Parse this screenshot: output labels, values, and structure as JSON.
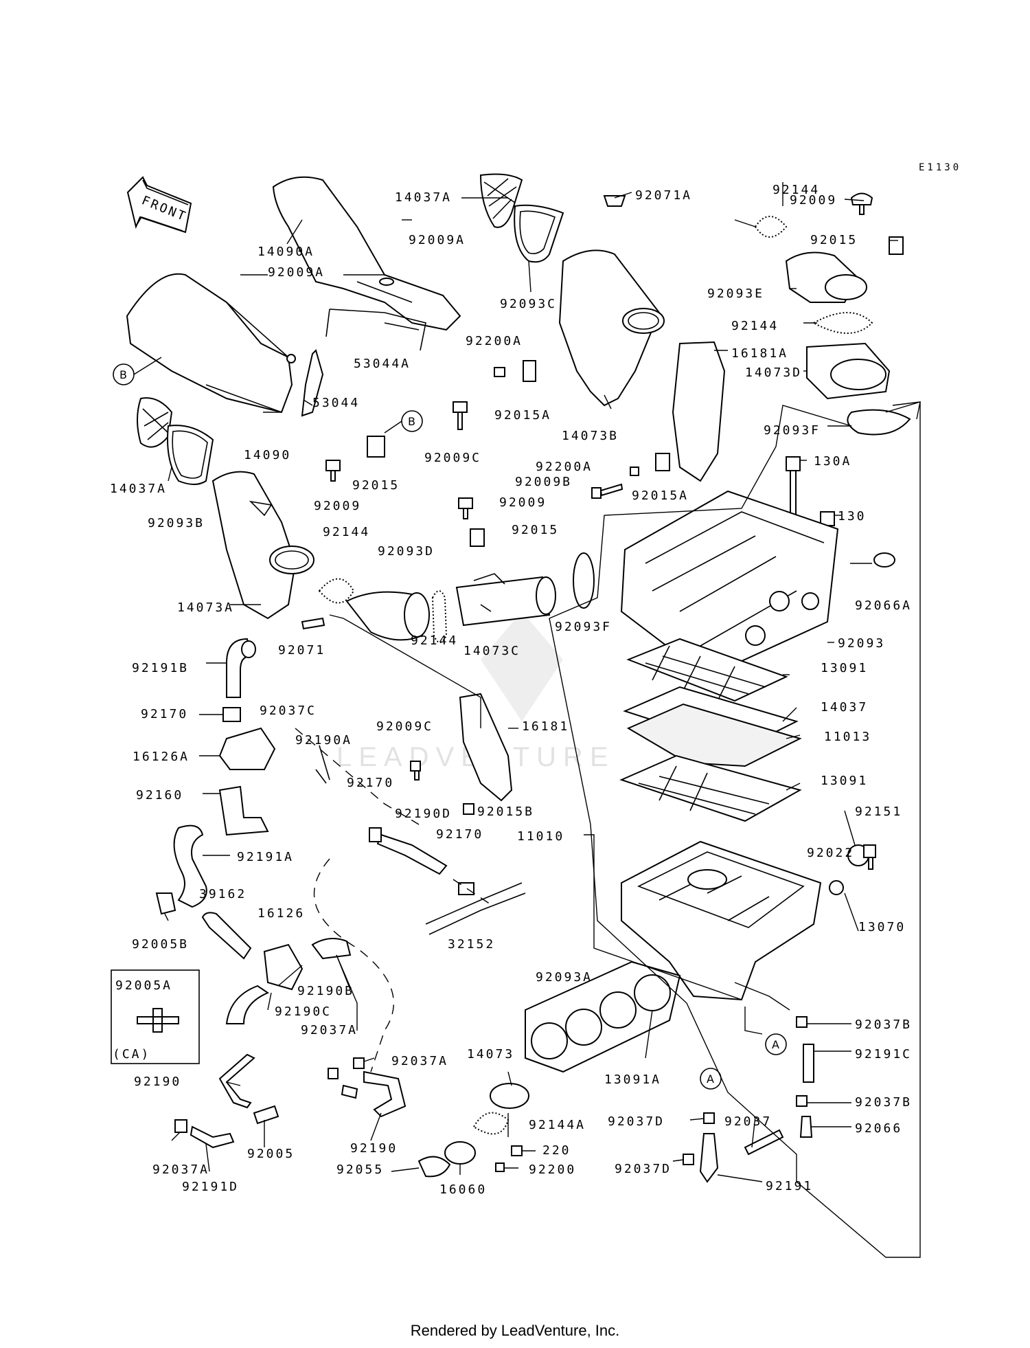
{
  "diagram": {
    "code": "E1130",
    "front_label": "FRONT",
    "labels": {
      "l14037A_top": "14037A",
      "l92071A": "92071A",
      "l92144_tr": "92144",
      "l92009_tr": "92009",
      "l92015_tr": "92015",
      "l14090A": "14090A",
      "l92009A_1": "92009A",
      "l92009A_2": "92009A",
      "l92093C": "92093C",
      "l92093E": "92093E",
      "l92144_r2": "92144",
      "l53044A": "53044A",
      "l92200A_1": "92200A",
      "l16181A": "16181A",
      "l14073D": "14073D",
      "l53044": "53044",
      "l92015A_1": "92015A",
      "l14090": "14090",
      "l14073B": "14073B",
      "l92093F_1": "92093F",
      "l92009C_1": "92009C",
      "l14037A_l": "14037A",
      "l92200A_2": "92200A",
      "l130A": "130A",
      "l92009B": "92009B",
      "l92093B": "92093B",
      "l92009_l": "92009",
      "l92015_l": "92015",
      "l92015A_2": "92015A",
      "l92009_m": "92009",
      "l130": "130",
      "l92015_m": "92015",
      "l92144_m": "92144",
      "l92093D": "92093D",
      "l14073A": "14073A",
      "l92093F_2": "92093F",
      "l92066A": "92066A",
      "l92093": "92093",
      "l92144_m2": "92144",
      "l14073C": "14073C",
      "l92071": "92071",
      "l13091_1": "13091",
      "l92191B": "92191B",
      "l14037": "14037",
      "l92170_1": "92170",
      "l92037C": "92037C",
      "l92009C_2": "92009C",
      "l16181": "16181",
      "l11013": "11013",
      "l92190A": "92190A",
      "l16126A": "16126A",
      "l13091_2": "13091",
      "l92170_2": "92170",
      "l92160": "92160",
      "l92190D": "92190D",
      "l92015B": "92015B",
      "l92151": "92151",
      "l92170_3": "92170",
      "l11010": "11010",
      "l92191A": "92191A",
      "l92022": "92022",
      "l39162": "39162",
      "l16126": "16126",
      "l13070": "13070",
      "l92005B": "92005B",
      "l32152": "32152",
      "l92093A": "92093A",
      "l92005A": "92005A",
      "l92190B": "92190B",
      "l92190C": "92190C",
      "l92037B_1": "92037B",
      "l92037A_1": "92037A",
      "l14073": "14073",
      "l92037A_2": "92037A",
      "l13091A": "13091A",
      "l92191C": "92191C",
      "l92190_1": "92190",
      "l92037B_2": "92037B",
      "l92037D_1": "92037D",
      "l92037": "92037",
      "l92144A": "92144A",
      "l92066": "92066",
      "l92005": "92005",
      "l220": "220",
      "l92190_2": "92190",
      "l92037A_3": "92037A",
      "l92055": "92055",
      "l92200": "92200",
      "l92037D_2": "92037D",
      "l92191": "92191",
      "l92191D": "92191D",
      "l16060": "16060"
    },
    "inset_note": "(CA)",
    "ref_marks": {
      "b1": "B",
      "b2": "B",
      "a1": "A",
      "a2": "A"
    },
    "watermark": "LEADVENTURE"
  },
  "footer": {
    "text": "Rendered by LeadVenture, Inc."
  }
}
